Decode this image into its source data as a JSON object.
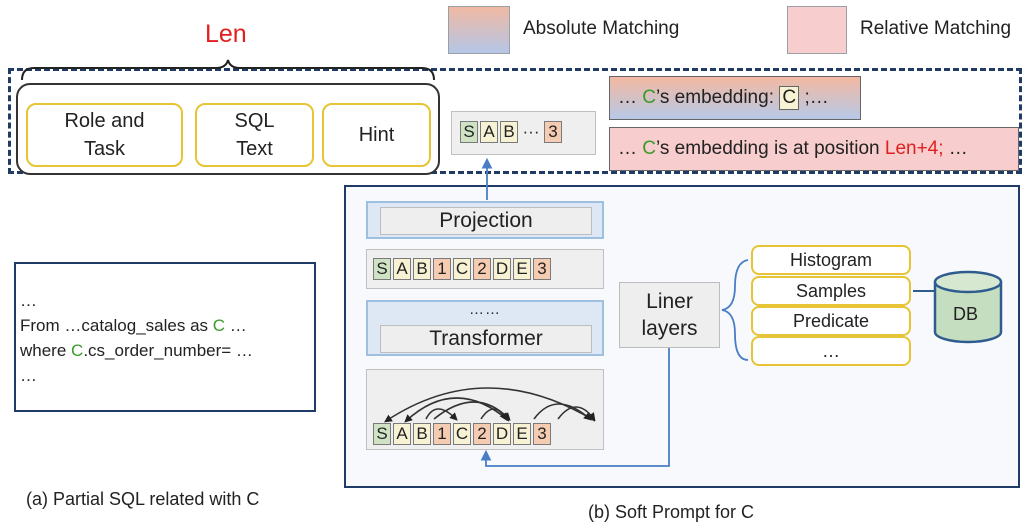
{
  "legend": {
    "absolute": {
      "label": "Absolute Matching"
    },
    "relative": {
      "label": "Relative Matching"
    }
  },
  "len_label": "Len",
  "prompt_boxes": [
    {
      "label": "Role and Task"
    },
    {
      "label": "SQL Text"
    },
    {
      "label": "Hint"
    }
  ],
  "output_tokens": [
    "S",
    "A",
    "B",
    "···",
    "3"
  ],
  "absolute_text": {
    "pre": "… ",
    "c": "C",
    "post": "’s embedding: ",
    "box": "C",
    "end": " ;…"
  },
  "relative_text": {
    "pre": "… ",
    "c": "C",
    "post": "’s embedding is at position ",
    "len": "Len+4; ",
    "end": "…"
  },
  "sql": {
    "line1": "…",
    "line2_pre": "From …catalog_sales as ",
    "line2_c": "C",
    "line2_post": " …",
    "line3_pre": "where ",
    "line3_c": "C",
    "line3_post": ".cs_order_number= …",
    "line4": "…"
  },
  "projection_label": "Projection",
  "seq_tokens": [
    "S",
    "A",
    "B",
    "1",
    "C",
    "2",
    "D",
    "E",
    "3"
  ],
  "dots_label": "……",
  "transformer_label": "Transformer",
  "liner_label": "Liner layers",
  "stats": [
    "Histogram",
    "Samples",
    "Predicate",
    "…"
  ],
  "db_label": "DB",
  "caption_a": "(a) Partial SQL related with C",
  "caption_b": "(b) Soft Prompt for C",
  "colors": {
    "accent_red": "#e02020",
    "green_c": "#3a9a2a",
    "dashed_border": "#1f3b66",
    "panel_border": "#1f3b66",
    "yellow_border": "#e6c435",
    "db_fill": "#c6dec0",
    "db_stroke": "#2f5c8f"
  }
}
